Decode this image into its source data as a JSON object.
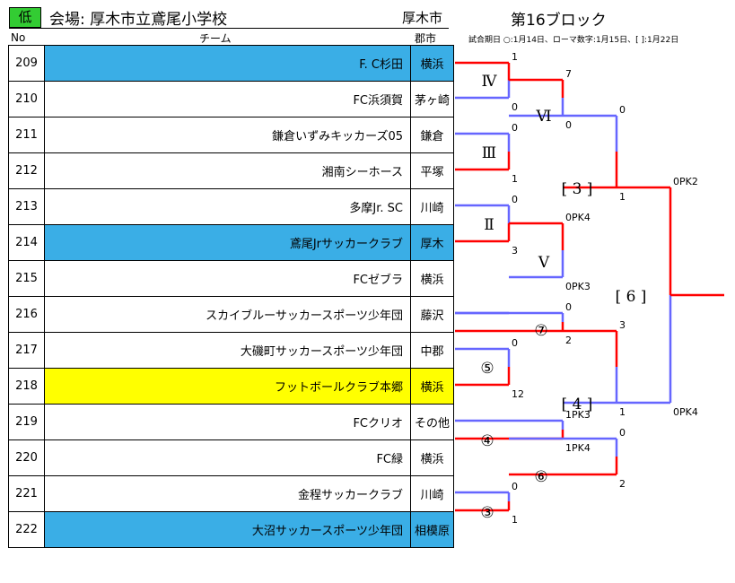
{
  "header": {
    "level": "低",
    "venue": "会場: 厚木市立鳶尾小学校",
    "city": "厚木市",
    "block": "第16ブロック",
    "col_no": "No",
    "col_team": "チーム",
    "col_city": "郡市",
    "note": "試合期日 ○:1月14日、ローマ数字:1月15日、[ ]:1月22日"
  },
  "teams": [
    {
      "no": "209",
      "name": "F. C杉田",
      "city": "横浜",
      "highlight": "blue"
    },
    {
      "no": "210",
      "name": "FC浜須賀",
      "city": "茅ヶ崎",
      "highlight": ""
    },
    {
      "no": "211",
      "name": "鎌倉いずみキッカーズ05",
      "city": "鎌倉",
      "highlight": ""
    },
    {
      "no": "212",
      "name": "湘南シーホース",
      "city": "平塚",
      "highlight": ""
    },
    {
      "no": "213",
      "name": "多摩Jr. SC",
      "city": "川崎",
      "highlight": ""
    },
    {
      "no": "214",
      "name": "鳶尾Jrサッカークラブ",
      "city": "厚木",
      "highlight": "blue"
    },
    {
      "no": "215",
      "name": "FCゼブラ",
      "city": "横浜",
      "highlight": ""
    },
    {
      "no": "216",
      "name": "スカイブルーサッカースポーツ少年団",
      "city": "藤沢",
      "highlight": ""
    },
    {
      "no": "217",
      "name": "大磯町サッカースポーツ少年団",
      "city": "中郡",
      "highlight": ""
    },
    {
      "no": "218",
      "name": "フットボールクラブ本郷",
      "city": "横浜",
      "highlight": "yellow"
    },
    {
      "no": "219",
      "name": "FCクリオ",
      "city": "その他",
      "highlight": ""
    },
    {
      "no": "220",
      "name": "FC緑",
      "city": "横浜",
      "highlight": ""
    },
    {
      "no": "221",
      "name": "金程サッカークラブ",
      "city": "川崎",
      "highlight": ""
    },
    {
      "no": "222",
      "name": "大沼サッカースポーツ少年団",
      "city": "相模原",
      "highlight": "blue"
    }
  ],
  "matches": [
    {
      "label": "Ⅳ",
      "top_score": "1",
      "bottom_score": "0"
    },
    {
      "label": "Ⅲ",
      "top_score": "0",
      "bottom_score": "1"
    },
    {
      "label": "Ⅱ",
      "top_score": "0",
      "bottom_score": "3"
    },
    {
      "label": "Ⅵ",
      "top_score": "7",
      "bottom_score": "0"
    },
    {
      "label": "Ⅴ",
      "top_score": "0PK4",
      "bottom_score": "0PK3"
    },
    {
      "label": "[ 3 ]",
      "top_score": "0",
      "bottom_score": "1"
    },
    {
      "label": "⑦",
      "top_score": "0",
      "bottom_score": "2"
    },
    {
      "label": "⑤",
      "top_score": "0",
      "bottom_score": "12"
    },
    {
      "label": "④",
      "top_score": "1PK3",
      "bottom_score": "1PK4"
    },
    {
      "label": "③",
      "top_score": "0",
      "bottom_score": "1"
    },
    {
      "label": "⑥",
      "top_score": "0",
      "bottom_score": "2"
    },
    {
      "label": "[ 4 ]",
      "top_score": "3",
      "bottom_score": "1"
    },
    {
      "label": "[ 6 ]",
      "top_score": "0PK2",
      "bottom_score": "0PK4"
    }
  ],
  "colors": {
    "winner_line": "#ff0000",
    "loser_line": "#6666ff",
    "blue_row": "#3aaee6",
    "yellow_row": "#ffff00",
    "badge": "#33cc33"
  }
}
